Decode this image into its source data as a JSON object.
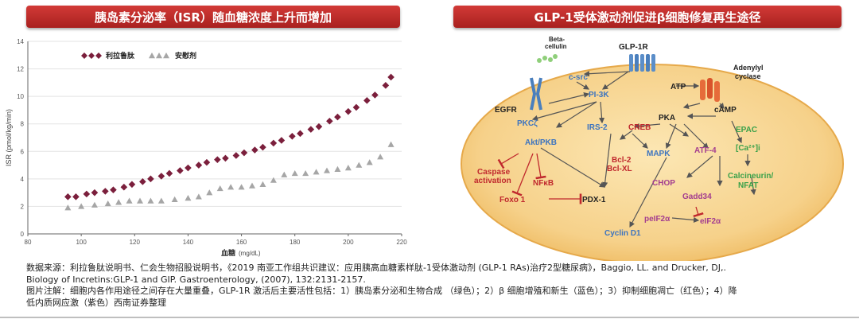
{
  "left_banner": "胰岛素分泌率（ISR）随血糖浓度上升而增加",
  "right_banner": "GLP-1受体激动剂促进β细胞修复再生途径",
  "chart_data": {
    "type": "scatter",
    "ylabel": "ISR (pmol/kg/min)",
    "xlabel": "血糖",
    "xlabel_unit": "(mg/dL)",
    "xlim": [
      80,
      220
    ],
    "ylim": [
      0,
      14
    ],
    "xticks": [
      80,
      100,
      120,
      140,
      160,
      180,
      200,
      220
    ],
    "yticks": [
      0,
      2,
      4,
      6,
      8,
      10,
      12,
      14
    ],
    "legend_position": "top-left",
    "series": [
      {
        "name": "利拉鲁肽",
        "color": "#7b1f3c",
        "marker": "diamond",
        "x": [
          95,
          98,
          102,
          105,
          109,
          112,
          116,
          119,
          123,
          126,
          130,
          133,
          137,
          140,
          144,
          147,
          151,
          154,
          158,
          161,
          165,
          168,
          172,
          175,
          179,
          182,
          186,
          189,
          193,
          196,
          200,
          203,
          207,
          210,
          214,
          216
        ],
        "y": [
          2.7,
          2.7,
          2.9,
          3.0,
          3.1,
          3.2,
          3.4,
          3.6,
          3.8,
          4.0,
          4.2,
          4.4,
          4.6,
          4.8,
          5.0,
          5.2,
          5.4,
          5.5,
          5.7,
          5.9,
          6.1,
          6.3,
          6.6,
          6.8,
          7.1,
          7.3,
          7.6,
          7.8,
          8.2,
          8.5,
          8.9,
          9.2,
          9.7,
          10.1,
          10.8,
          11.4
        ]
      },
      {
        "name": "安慰剂",
        "color": "#a6a6a6",
        "marker": "triangle",
        "x": [
          95,
          100,
          105,
          110,
          114,
          118,
          122,
          126,
          130,
          135,
          140,
          144,
          148,
          152,
          156,
          160,
          164,
          168,
          172,
          176,
          180,
          184,
          188,
          192,
          196,
          200,
          204,
          208,
          212,
          216
        ],
        "y": [
          1.9,
          2.0,
          2.1,
          2.2,
          2.3,
          2.4,
          2.4,
          2.4,
          2.4,
          2.5,
          2.6,
          2.7,
          3.0,
          3.3,
          3.4,
          3.4,
          3.5,
          3.6,
          3.9,
          4.3,
          4.4,
          4.4,
          4.5,
          4.6,
          4.7,
          4.8,
          5.0,
          5.2,
          5.6,
          6.5
        ]
      }
    ]
  },
  "pathway": {
    "labels": {
      "glp1r": "GLP-1R",
      "beta_cellulin": "Beta-\ncellulin",
      "egfr": "EGFR",
      "csrc": "c-src",
      "adenylyl": "Adenylyl\ncyclase",
      "atp": "ATP",
      "pi3k": "PI-3K",
      "camp": "cAMP",
      "pka": "PKA",
      "pkc": "PKCζ",
      "irs2": "IRS-2",
      "creb": "CREB",
      "epac": "EPAC",
      "ca": "[Ca²⁺]i",
      "akt": "Akt/PKB",
      "mapk": "MAPK",
      "atf4": "ATF-4",
      "bcl": "Bcl-2\nBcl-XL",
      "calcineurin": "Calcineurin/\nNFAT",
      "caspase": "Caspase\nactivation",
      "nfkb": "NFκB",
      "chop": "CHOP",
      "gadd34": "Gadd34",
      "foxo1": "Foxo 1",
      "pdx1": "PDX-1",
      "peif2a": "peIF2α",
      "eif2a": "eIF2α",
      "cyclind1": "Cyclin D1"
    }
  },
  "notes": {
    "line1": "数据来源：利拉鲁肽说明书、仁会生物招股说明书，《2019 南亚工作组共识建议：应用胰高血糖素样肽-1受体激动剂 (GLP-1 RAs)治疗2型糖尿病》，Baggio, LL. and Drucker, DJ,.",
    "line2": "Biology of Incretins:GLP-1 and GIP. Gastroenterology, (2007), 132:2131-2157.",
    "line3": "图片注解：细胞内各作用途径之间存在大量重叠，GLP-1R 激活后主要活性包括：1）胰岛素分泌和生物合成 （绿色）；2）β 细胞增殖和新生（蓝色）；3）抑制细胞凋亡（红色）；4）降",
    "line4": "低内质网应激（紫色）西南证券整理"
  }
}
